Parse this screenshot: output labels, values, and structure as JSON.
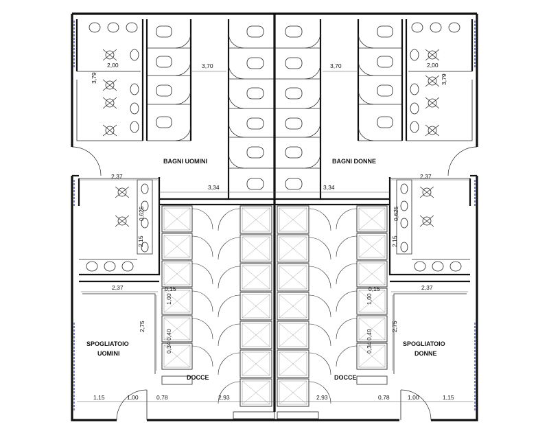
{
  "rooms": {
    "men_wc": "BAGNI UOMINI",
    "women_wc": "BAGNI DONNE",
    "showers_left": "DOCCE",
    "showers_right": "DOCCE",
    "locker_men_1": "SPOGLIATOIO",
    "locker_men_2": "UOMINI",
    "locker_women_1": "SPOGLIATOIO",
    "locker_women_2": "DONNE"
  },
  "dimensions": {
    "d_200_l": "2,00",
    "d_379_l": "3,79",
    "d_370_l": "3,70",
    "d_370_r": "3,70",
    "d_200_r": "2,00",
    "d_379_r": "3,79",
    "d_237_tl": "2,37",
    "d_334_l": "3,34",
    "d_334_r": "3,34",
    "d_237_tr": "2,37",
    "d_0625_l": "0,625",
    "d_0625_r": "0,625",
    "d_215_l": "2,15",
    "d_215_r": "2,15",
    "d_237_ml": "2,37",
    "d_015_l": "0,15",
    "d_015_r": "0,15",
    "d_237_mr": "2,37",
    "d_100_vl": "1,00",
    "d_100_vr": "1,00",
    "d_275_l": "2,75",
    "d_275_r": "2,75",
    "d_034_l": "0,34",
    "d_040_l": "0,40",
    "d_034_r": "0,34",
    "d_040_r": "0,40",
    "d_115_l": "1,15",
    "d_100_l": "1,00",
    "d_078_l": "0,78",
    "d_293_l": "2,93",
    "d_293_r": "2,93",
    "d_078_r": "0,78",
    "d_100_r": "1,00",
    "d_115_r": "1,15"
  },
  "colors": {
    "wall": "#111111",
    "glass_partition": "#2a3fb8"
  }
}
